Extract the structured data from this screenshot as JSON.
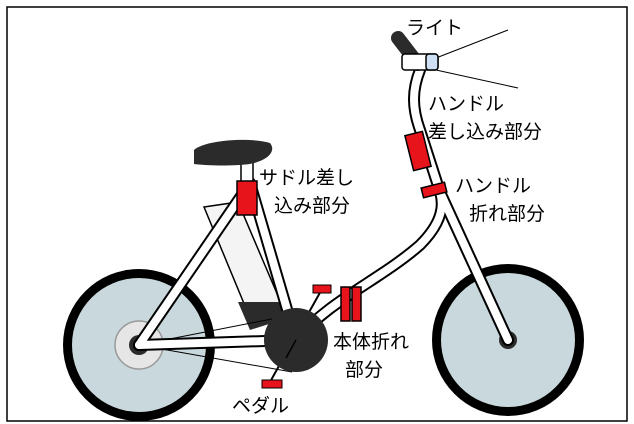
{
  "labels": {
    "light": "ライト",
    "handle_insert": [
      "ハンドル",
      "差し込み部分"
    ],
    "saddle_insert": [
      "サドル差し",
      "込み部分"
    ],
    "handle_fold": [
      "ハンドル",
      "折れ部分"
    ],
    "body_fold": [
      "本体折れ",
      "部分"
    ],
    "pedal": "ペダル"
  },
  "colors": {
    "frame_stroke": "#000000",
    "frame_fill": "#ffffff",
    "tire_fill": "#c8d8dc",
    "hub_fill": "#e6e6e6",
    "part_red": "#e8141c",
    "dark": "#2b2b2b",
    "battery_fill": "#f4f4f4",
    "light_fill": "#cfe0f4"
  }
}
